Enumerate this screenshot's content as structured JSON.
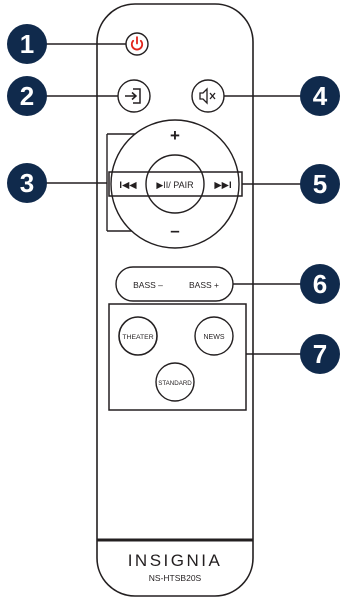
{
  "callouts": [
    {
      "number": "1",
      "target": "power-button"
    },
    {
      "number": "2",
      "target": "input-button"
    },
    {
      "number": "3",
      "target": "volume-controls"
    },
    {
      "number": "4",
      "target": "mute-button"
    },
    {
      "number": "5",
      "target": "playback-controls"
    },
    {
      "number": "6",
      "target": "bass-controls"
    },
    {
      "number": "7",
      "target": "sound-mode-buttons"
    }
  ],
  "buttons": {
    "volume_up": "+",
    "volume_down": "–",
    "prev": "I◀◀",
    "play_pause": "▶II/ PAIR",
    "next": "▶▶I",
    "bass_down": "BASS –",
    "bass_up": "BASS +",
    "theater": "THEATER",
    "news": "NEWS",
    "standard": "STANDARD"
  },
  "icons": {
    "power": "power-icon",
    "input": "input-icon",
    "mute": "mute-icon"
  },
  "brand": {
    "name": "INSIGNIA",
    "model": "NS-HTSB20S"
  },
  "colors": {
    "callout_fill": "#102a4c",
    "power_icon": "#e2231a",
    "outline": "#231f20"
  }
}
